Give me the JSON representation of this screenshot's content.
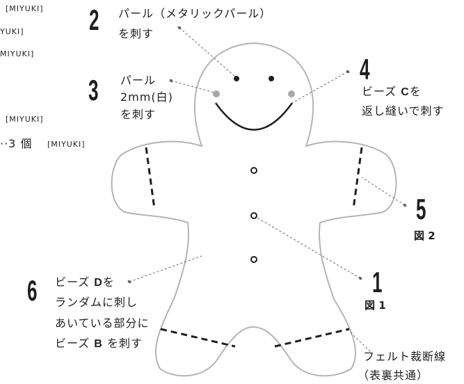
{
  "left_list": {
    "brand_1": "[MIYUKI]",
    "brand_2": "YUKI]",
    "brand_3": "MIYUKI]",
    "brand_4": "[MIYUKI]",
    "row5_text": "··3 個",
    "brand_5": "[MIYUKI]"
  },
  "steps": {
    "s2": {
      "number": "2",
      "line1": "パール（メタリックパール）",
      "line2": "を刺す"
    },
    "s3": {
      "number": "3",
      "line1": "パール",
      "line2": "2mm(白)",
      "line3": "を刺す"
    },
    "s4": {
      "number": "4",
      "line1_pre": "ビーズ",
      "line1_letter": "C",
      "line1_post": "を",
      "line2": "返し縫いで刺す"
    },
    "s5": {
      "number": "5",
      "fig": "図 2"
    },
    "s1": {
      "number": "1",
      "fig": "図 1"
    },
    "s6": {
      "number": "6",
      "line1_pre": "ビーズ",
      "line1_letter": "D",
      "line1_post": "を",
      "line2": "ランダムに刺し",
      "line3": "あいている部分に",
      "line4_pre": "ビーズ",
      "line4_letter": "B",
      "line4_post": "を刺す"
    }
  },
  "felt_note": {
    "line1": "フェルト裁断線",
    "line2": "（表裏共通）"
  },
  "colors": {
    "outline": "#b4b4b4",
    "ink": "#1e1e1e",
    "pearl": "#a8a8a8",
    "leader": "#666666"
  }
}
